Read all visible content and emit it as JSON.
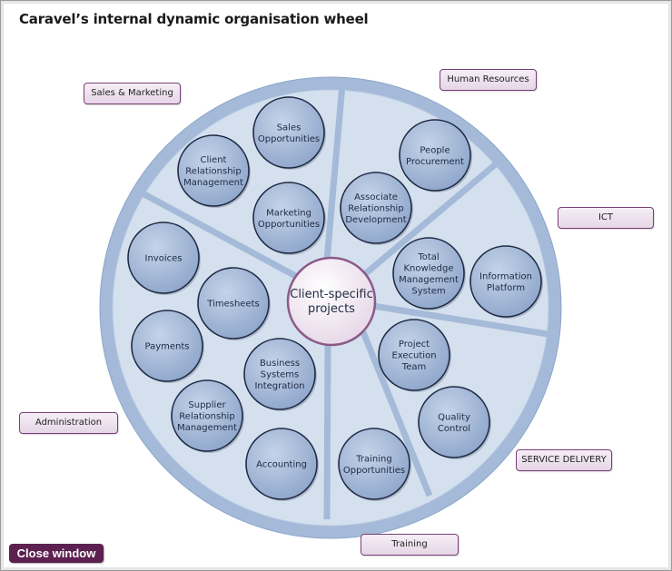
{
  "title": "Caravel’s internal dynamic organisation wheel",
  "close_label": "Close window",
  "center": {
    "label": [
      "Client-specific",
      "projects"
    ]
  },
  "labels": {
    "sales_marketing": "Sales & Marketing",
    "human_resources": "Human Resources",
    "ict": "ICT",
    "administration": "Administration",
    "service_delivery": "SERVICE DELIVERY",
    "training": "Training"
  },
  "nodes": [
    {
      "id": "sales-opportunities",
      "lines": [
        "Sales",
        "Opportunities"
      ]
    },
    {
      "id": "client-relationship-management",
      "lines": [
        "Client",
        "Relationship",
        "Management"
      ]
    },
    {
      "id": "marketing-opportunities",
      "lines": [
        "Marketing",
        "Opportunities"
      ]
    },
    {
      "id": "people-procurement",
      "lines": [
        "People",
        "Procurement"
      ]
    },
    {
      "id": "associate-relationship-development",
      "lines": [
        "Associate",
        "Relationship",
        "Development"
      ]
    },
    {
      "id": "total-knowledge-management-system",
      "lines": [
        "Total",
        "Knowledge",
        "Management",
        "System"
      ]
    },
    {
      "id": "information-platform",
      "lines": [
        "Information",
        "Platform"
      ]
    },
    {
      "id": "invoices",
      "lines": [
        "Invoices"
      ]
    },
    {
      "id": "timesheets",
      "lines": [
        "Timesheets"
      ]
    },
    {
      "id": "payments",
      "lines": [
        "Payments"
      ]
    },
    {
      "id": "business-systems-integration",
      "lines": [
        "Business",
        "Systems",
        "Integration"
      ]
    },
    {
      "id": "supplier-relationship-management",
      "lines": [
        "Supplier",
        "Relationship",
        "Management"
      ]
    },
    {
      "id": "accounting",
      "lines": [
        "Accounting"
      ]
    },
    {
      "id": "project-execution-team",
      "lines": [
        "Project",
        "Execution",
        "Team"
      ]
    },
    {
      "id": "quality-control",
      "lines": [
        "Quality",
        "Control"
      ]
    },
    {
      "id": "training-opportunities",
      "lines": [
        "Training",
        "Opportunities"
      ]
    }
  ],
  "colors": {
    "wheel_ring": "#a4bad8",
    "wheel_fill": "#d5e0ef",
    "node_fill": "#9fb4d4",
    "node_stroke": "#1f2b44",
    "center_fill": "#f1e6f0",
    "center_stroke": "#8a5a88",
    "label_border": "#7a3f78",
    "close_button": "#5c2150"
  }
}
